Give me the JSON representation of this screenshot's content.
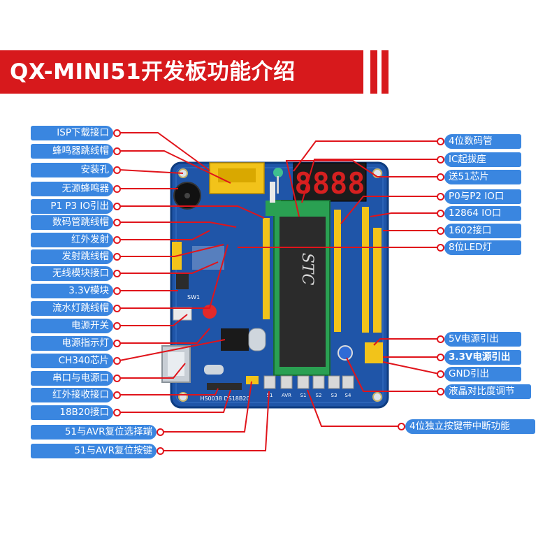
{
  "title": "QX-MINI51开发板功能介绍",
  "colors": {
    "banner": "#d7191c",
    "pill": "#3a86e0",
    "leader": "#e0141b",
    "pcb": "#1f55a8"
  },
  "left_labels": [
    "ISP下载接口",
    "蜂鸣器跳线帽",
    "安装孔",
    "无源蜂鸣器",
    "P1 P3 IO引出",
    "数码管跳线帽",
    "红外发射",
    "发射跳线帽",
    "无线模块接口",
    "3.3V模块",
    "流水灯跳线帽",
    "电源开关",
    "电源指示灯",
    "CH340芯片",
    "串口与电源口",
    "红外接收接口",
    "18B20接口",
    "51与AVR复位选择端",
    "51与AVR复位按键"
  ],
  "right_labels": [
    "4位数码管",
    "IC起拔座",
    "送51芯片",
    "P0与P2 IO口",
    "12864  IO口",
    "1602接口",
    "8位LED灯",
    "5V电源引出",
    "3.3V电源引出",
    "GND引出",
    "液晶对比度调节",
    "4位独立按键带中断功能"
  ],
  "board": {
    "seg_display": "8888",
    "chip_logo": "STC",
    "button_labels": [
      "51",
      "AVR",
      "S1",
      "S2",
      "S3",
      "S4"
    ],
    "jumper_label": "SW1",
    "sensor_label": "HS0038 DS18B20"
  }
}
